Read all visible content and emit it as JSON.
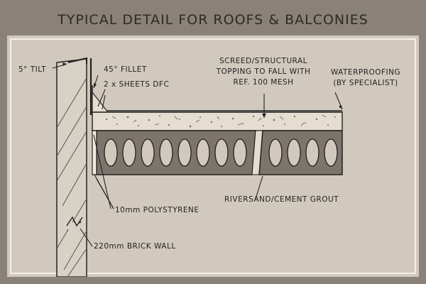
{
  "title": "TYPICAL DETAIL FOR ROOFS & BALCONIES",
  "labels": {
    "tilt": "5° TILT",
    "fillet": "45° FILLET",
    "dfc": "2 x SHEETS DFC",
    "screed": [
      "SCREED/STRUCTURAL",
      "TOPPING TO FALL WITH",
      "REF. 100 MESH"
    ],
    "waterproofing": [
      "WATERPROOFING",
      "(BY SPECIALIST)"
    ],
    "grout": "RIVERSAND/CEMENT GROUT",
    "polystyrene": "10mm POLYSTYRENE",
    "brick_wall": "220mm BRICK WALL"
  },
  "colors": {
    "frame": "#8a8178",
    "panel": "#d1c9bd",
    "ink": "#222222",
    "slab": "#7d746b",
    "screed": "#e4ddd0"
  }
}
